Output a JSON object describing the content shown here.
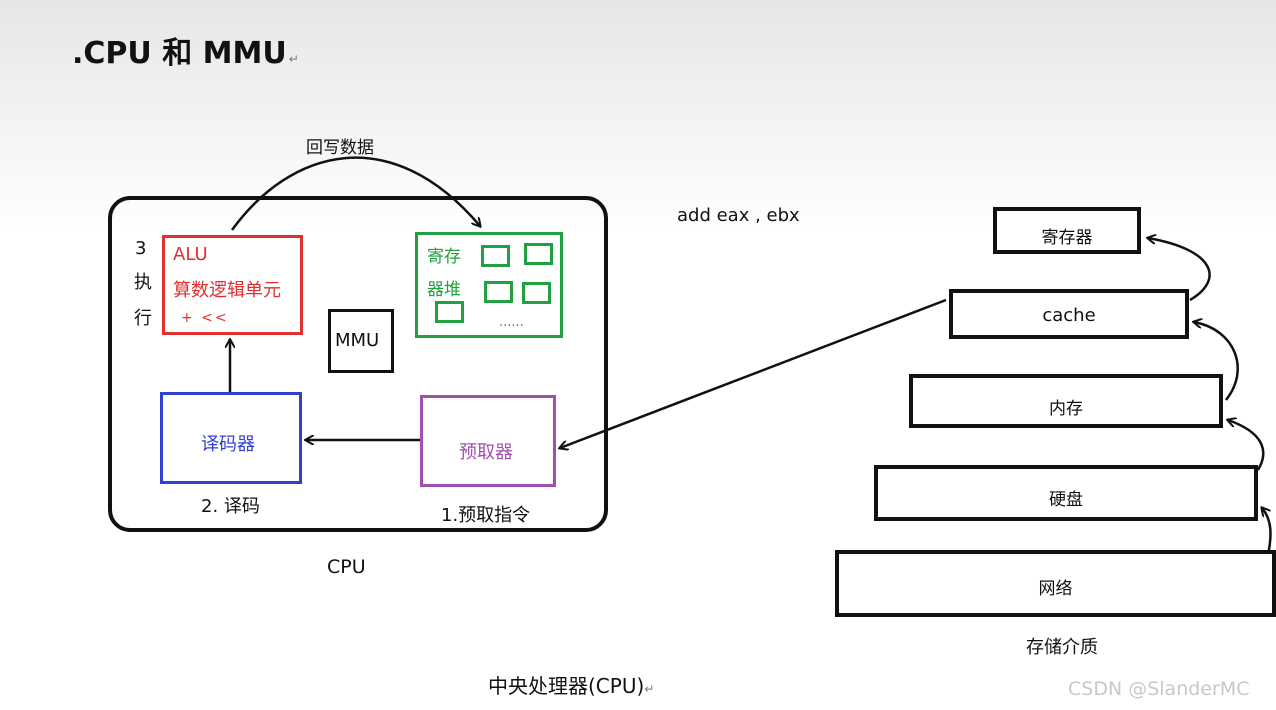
{
  "title": ".CPU 和 MMU",
  "title_mark": "↵",
  "writeback_label": "回写数据",
  "instruction": "add eax , ebx",
  "cpu": {
    "label": "CPU",
    "step3": "3",
    "step3_a": "执",
    "step3_b": "行",
    "alu": {
      "name": "ALU",
      "desc": "算数逻辑单元",
      "ops": "+ <<"
    },
    "register_heap": {
      "line1": "寄存",
      "line2": "器堆",
      "dots": "......"
    },
    "mmu": "MMU",
    "decoder": "译码器",
    "step2": "2. 译码",
    "prefetcher": "预取器",
    "step1": "1.预取指令"
  },
  "storage": {
    "levels": [
      "寄存器",
      "cache",
      "内存",
      "硬盘",
      "网络"
    ],
    "caption": "存储介质"
  },
  "caption": "中央处理器(CPU)",
  "caption_mark": "↵",
  "watermark": "CSDN @SlanderMC",
  "colors": {
    "alu": "#e03030",
    "register_heap": "#20a040",
    "decoder": "#3040d0",
    "prefetcher": "#a050b0",
    "outline": "#111111"
  }
}
